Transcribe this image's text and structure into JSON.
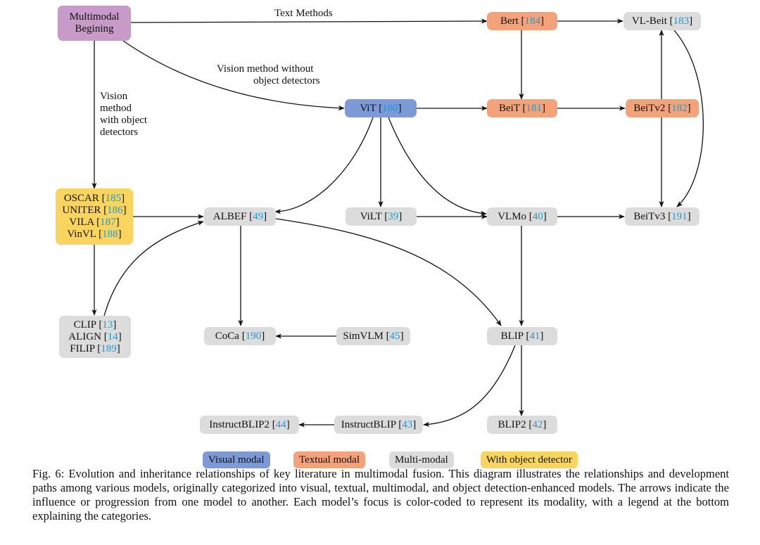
{
  "colors": {
    "visual": "#7d9ad7",
    "textual": "#f4a27a",
    "multi": "#dcdcdc",
    "detector": "#f9d55f",
    "begin": "#c79ac8",
    "ref": "#1a9bd7"
  },
  "nodes": {
    "begin": {
      "lines": [
        {
          "text": "Multimodal"
        },
        {
          "text": "Begining"
        }
      ]
    },
    "bert": {
      "lines": [
        {
          "text": "Bert ",
          "ref": "184"
        }
      ]
    },
    "vlbeit": {
      "lines": [
        {
          "text": "VL-Beit ",
          "ref": "183"
        }
      ]
    },
    "vit": {
      "lines": [
        {
          "text": "ViT ",
          "ref": "180"
        }
      ]
    },
    "beit": {
      "lines": [
        {
          "text": "BeiT ",
          "ref": "181"
        }
      ]
    },
    "beitv2": {
      "lines": [
        {
          "text": "BeiTv2 ",
          "ref": "182"
        }
      ]
    },
    "oscar": {
      "lines": [
        {
          "text": "OSCAR ",
          "ref": "185"
        },
        {
          "text": "UNITER ",
          "ref": "186"
        },
        {
          "text": "VILA ",
          "ref": "187"
        },
        {
          "text": "VinVL ",
          "ref": "188"
        }
      ]
    },
    "albef": {
      "lines": [
        {
          "text": "ALBEF ",
          "ref": "49"
        }
      ]
    },
    "vilt": {
      "lines": [
        {
          "text": "ViLT ",
          "ref": "39"
        }
      ]
    },
    "vlmo": {
      "lines": [
        {
          "text": "VLMo ",
          "ref": "40"
        }
      ]
    },
    "beitv3": {
      "lines": [
        {
          "text": "BeiTv3 ",
          "ref": "191"
        }
      ]
    },
    "clip": {
      "lines": [
        {
          "text": "CLIP ",
          "ref": "13"
        },
        {
          "text": "ALIGN ",
          "ref": "14"
        },
        {
          "text": "FILIP ",
          "ref": "189"
        }
      ]
    },
    "coca": {
      "lines": [
        {
          "text": "CoCa ",
          "ref": "190"
        }
      ]
    },
    "simvlm": {
      "lines": [
        {
          "text": "SimVLM ",
          "ref": "45"
        }
      ]
    },
    "blip": {
      "lines": [
        {
          "text": "BLIP ",
          "ref": "41"
        }
      ]
    },
    "instructblip2": {
      "lines": [
        {
          "text": "InstructBLIP2 ",
          "ref": "44"
        }
      ]
    },
    "instructblip": {
      "lines": [
        {
          "text": "InstructBLIP ",
          "ref": "43"
        }
      ]
    },
    "blip2": {
      "lines": [
        {
          "text": "BLIP2 ",
          "ref": "42"
        }
      ]
    }
  },
  "edge_labels": {
    "text_methods": "Text Methods",
    "vision_without_1": "Vision method without",
    "vision_without_2": "object detectors",
    "vision_with_1": "Vision",
    "vision_with_2": "method",
    "vision_with_3": "with object",
    "vision_with_4": "detectors"
  },
  "legend": {
    "visual": "Visual modal",
    "textual": "Textual modal",
    "multi": "Multi-modal",
    "detector": "With object detector"
  },
  "caption": "Fig. 6: Evolution and inheritance relationships of key literature in multimodal fusion. This diagram illustrates the relationships and development paths among various models, originally categorized into visual, textual, multimodal, and object detection-enhanced models. The arrows indicate the influence or progression from one model to another. Each model’s focus is color-coded to represent its modality, with a legend at the bottom explaining the categories."
}
